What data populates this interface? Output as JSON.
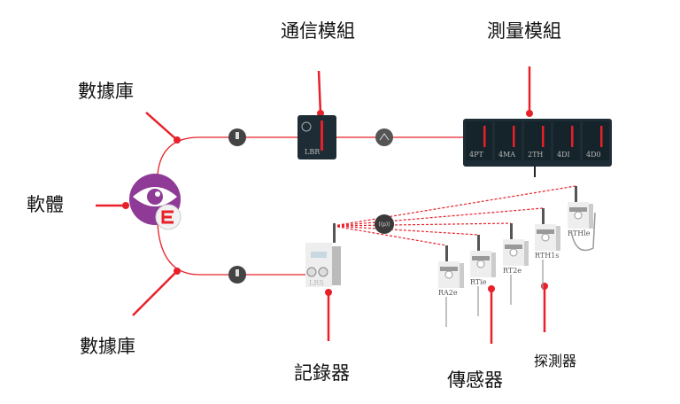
{
  "labels": {
    "comm_module": "通信模組",
    "measure_module": "測量模組",
    "database_top": "數據庫",
    "software": "軟體",
    "database_bottom": "數據庫",
    "logger": "記錄器",
    "sensor": "傳感器",
    "probe": "探測器"
  },
  "devices": {
    "lbr": "LBR",
    "modules": [
      "4PT",
      "4MA",
      "2TH",
      "4DI",
      "4D0"
    ],
    "lrs": "LRS",
    "sensors": [
      "RA2e",
      "RTie",
      "RT2e",
      "RTH1s",
      "RTHle"
    ]
  },
  "colors": {
    "accent": "#e8202a",
    "software": "#8e3a96",
    "module": "#1e2d35"
  }
}
